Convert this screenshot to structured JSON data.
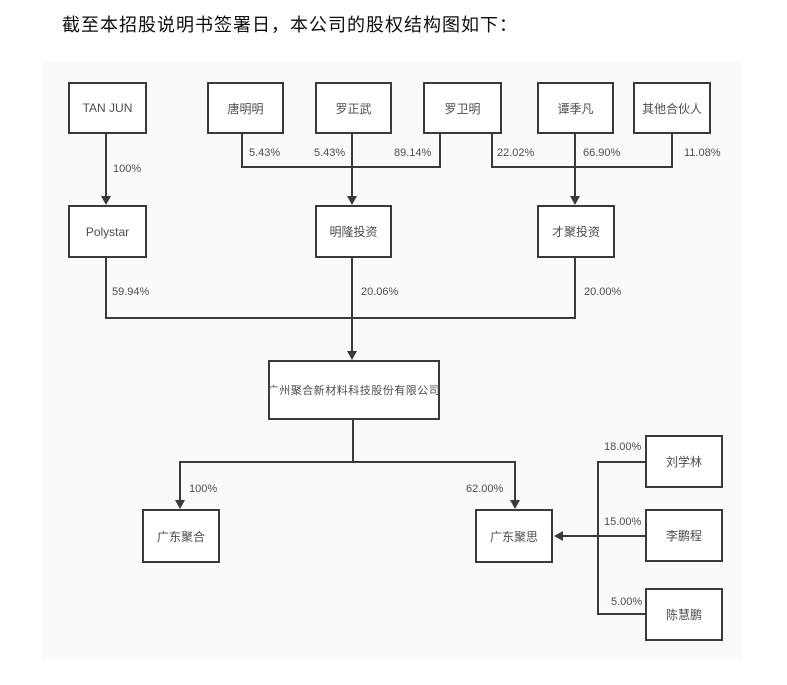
{
  "page": {
    "title": "截至本招股说明书签署日，本公司的股权结构图如下："
  },
  "diagram": {
    "type": "equity-structure-chart",
    "colors": {
      "line": "#3a3a3a",
      "box_border": "#3a3a3a",
      "box_bg": "#ffffff",
      "panel_bg": "#fafafa",
      "text": "#4d4d4d"
    },
    "nodes": {
      "tan_jun": {
        "label": "TAN JUN"
      },
      "tang_mingming": {
        "label": "唐明明"
      },
      "luo_zhengwu": {
        "label": "罗正武"
      },
      "luo_weiming": {
        "label": "罗卫明"
      },
      "tan_jifan": {
        "label": "谭季凡"
      },
      "other_partners": {
        "label": "其他合伙人"
      },
      "polystar": {
        "label": "Polystar"
      },
      "minglong": {
        "label": "明隆投资"
      },
      "caiju": {
        "label": "才聚投资"
      },
      "company": {
        "label": "广州聚合新材料科技股份有限公司"
      },
      "gd_juhe": {
        "label": "广东聚合"
      },
      "gd_jusi": {
        "label": "广东聚思"
      },
      "liu_xuelin": {
        "label": "刘学林"
      },
      "li_pengcheng": {
        "label": "李鹏程"
      },
      "chen_huipeng": {
        "label": "陈慧鹏"
      }
    },
    "ownership": {
      "tanjun_to_polystar": {
        "from": "TAN JUN",
        "to": "Polystar",
        "percent": "100%"
      },
      "tang_to_minglong": {
        "from": "唐明明",
        "to": "明隆投资",
        "percent": "5.43%"
      },
      "luozw_to_minglong": {
        "from": "罗正武",
        "to": "明隆投资",
        "percent": "5.43%"
      },
      "luowm_to_minglong": {
        "from": "罗卫明",
        "to": "明隆投资",
        "percent": "89.14%"
      },
      "luowm_to_caiju": {
        "from": "罗卫明",
        "to": "才聚投资",
        "percent": "22.02%"
      },
      "tanjf_to_caiju": {
        "from": "谭季凡",
        "to": "才聚投资",
        "percent": "66.90%"
      },
      "others_to_caiju": {
        "from": "其他合伙人",
        "to": "才聚投资",
        "percent": "11.08%"
      },
      "polystar_to_company": {
        "from": "Polystar",
        "to": "广州聚合新材料科技股份有限公司",
        "percent": "59.94%"
      },
      "minglong_to_company": {
        "from": "明隆投资",
        "to": "广州聚合新材料科技股份有限公司",
        "percent": "20.06%"
      },
      "caiju_to_company": {
        "from": "才聚投资",
        "to": "广州聚合新材料科技股份有限公司",
        "percent": "20.00%"
      },
      "company_to_juhe": {
        "from": "广州聚合新材料科技股份有限公司",
        "to": "广东聚合",
        "percent": "100%"
      },
      "company_to_jusi": {
        "from": "广州聚合新材料科技股份有限公司",
        "to": "广东聚思",
        "percent": "62.00%"
      },
      "liu_to_jusi": {
        "from": "刘学林",
        "to": "广东聚思",
        "percent": "18.00%"
      },
      "li_to_jusi": {
        "from": "李鹏程",
        "to": "广东聚思",
        "percent": "15.00%"
      },
      "chen_to_jusi": {
        "from": "陈慧鹏",
        "to": "广东聚思",
        "percent": "5.00%"
      }
    }
  }
}
